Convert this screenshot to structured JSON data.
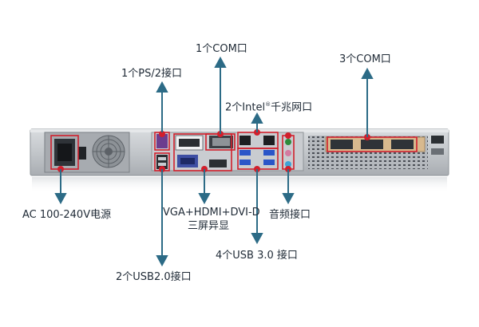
{
  "colors": {
    "arrow": "#2c6b86",
    "highlight": "#d11f2c",
    "chassis": "#bfc3c8",
    "panel_dark": "#3b3f45"
  },
  "labels": {
    "com1": "1个COM口",
    "ps2": "1个PS/2接口",
    "intel_prefix": "2个Intel",
    "intel_reg": "®",
    "intel_suffix": "千兆网口",
    "com3": "3个COM口",
    "ac": "AC 100-240V电源",
    "vga_line1": "VGA+HDMI+DVI-D",
    "vga_line2": "三屏异显",
    "audio": "音频接口",
    "usb3": "4个USB 3.0 接口",
    "usb2": "2个USB2.0接口"
  },
  "icons": [
    "up-arrow-icon",
    "down-arrow-icon"
  ]
}
